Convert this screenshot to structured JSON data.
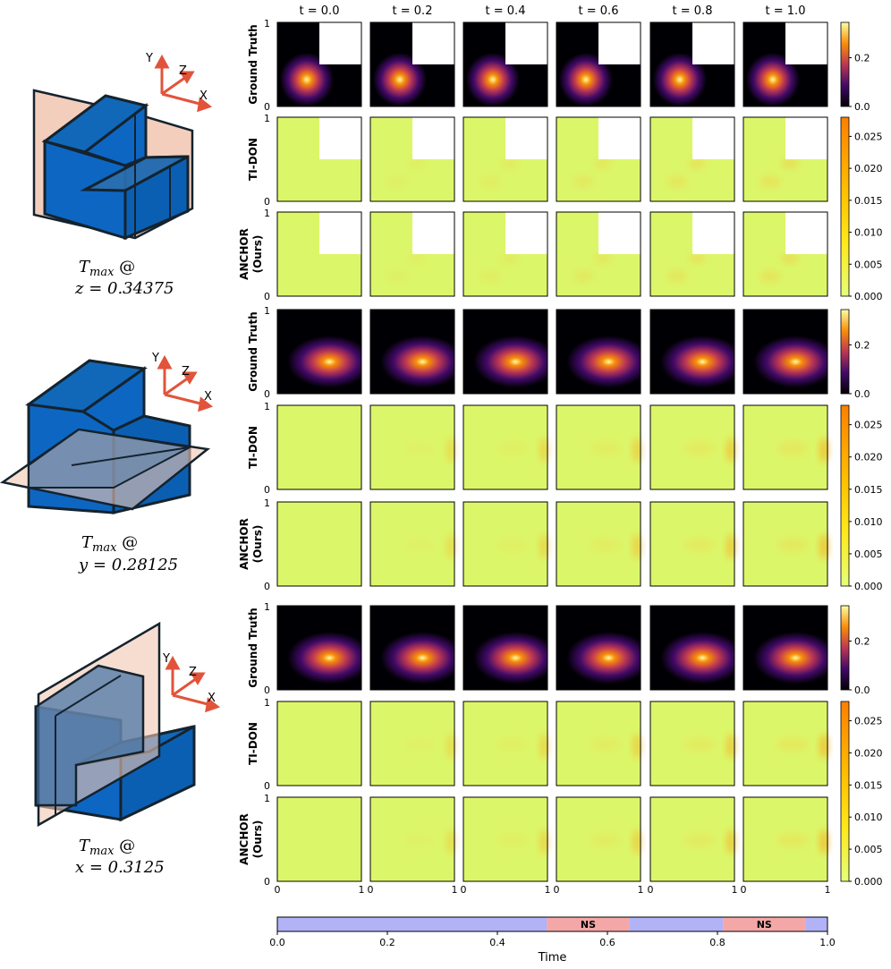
{
  "figure": {
    "time_labels": [
      "t = 0.0",
      "t = 0.2",
      "t = 0.4",
      "t = 0.6",
      "t = 0.8",
      "t = 1.0"
    ],
    "x_ticks": [
      "0",
      "1"
    ],
    "y_ticks": [
      "0",
      "1"
    ],
    "row_labels": {
      "gt": "Ground Truth",
      "tidon": "TI-DON",
      "anchor_line1": "ANCHOR",
      "anchor_line2": "(Ours)"
    },
    "axis_letters": {
      "x": "X",
      "y": "Y",
      "z": "Z"
    },
    "colorbars": {
      "gt_ticks": [
        "0.2",
        "0.0"
      ],
      "err_ticks": [
        "0.025",
        "0.020",
        "0.015",
        "0.010",
        "0.005",
        "0.000"
      ]
    },
    "groups": [
      {
        "id": "z-slice",
        "caption_line1": "T",
        "caption_sub": "max",
        "caption_at": " @",
        "caption_line2": "z  =  0.34375",
        "gt_colorbar_ticks": [
          "0.2",
          "0.0"
        ],
        "err_colorbar_ticks": [
          "0.025",
          "0.020",
          "0.015",
          "0.010",
          "0.005",
          "0.000"
        ]
      },
      {
        "id": "y-slice",
        "caption_line1": "T",
        "caption_sub": "max",
        "caption_at": " @",
        "caption_line2": "y  =  0.28125",
        "gt_colorbar_ticks": [
          "0.2",
          "0.0"
        ],
        "err_colorbar_ticks": [
          "0.025",
          "0.020",
          "0.015",
          "0.010",
          "0.005",
          "0.000"
        ]
      },
      {
        "id": "x-slice",
        "caption_line1": "T",
        "caption_sub": "max",
        "caption_at": " @",
        "caption_line2": "x  =  0.3125",
        "gt_colorbar_ticks": [
          "0.2",
          "0.0"
        ],
        "err_colorbar_ticks": [
          "0.025",
          "0.020",
          "0.015",
          "0.010",
          "0.005",
          "0.000"
        ]
      }
    ],
    "colors": {
      "solid_face": "#0d66c2",
      "solid_edge": "#14232e",
      "slice_plane": "#f2c6b0",
      "axis_arrow": "#e2533b",
      "error_low": "#dcf66a",
      "inferno_dark": "#000004"
    },
    "timeline": {
      "xlabel": "Time",
      "ticks": [
        "0.0",
        "0.2",
        "0.4",
        "0.6",
        "0.8",
        "1.0"
      ],
      "base_color": "#b2b2f7",
      "ns_color": "#f4a7a7",
      "segments": [
        {
          "start": 0.0,
          "end": 0.49,
          "label": "",
          "type": "base"
        },
        {
          "start": 0.49,
          "end": 0.64,
          "label": "NS",
          "type": "ns"
        },
        {
          "start": 0.64,
          "end": 0.81,
          "label": "",
          "type": "base"
        },
        {
          "start": 0.81,
          "end": 0.96,
          "label": "NS",
          "type": "ns"
        },
        {
          "start": 0.96,
          "end": 1.0,
          "label": "",
          "type": "base"
        }
      ]
    }
  }
}
